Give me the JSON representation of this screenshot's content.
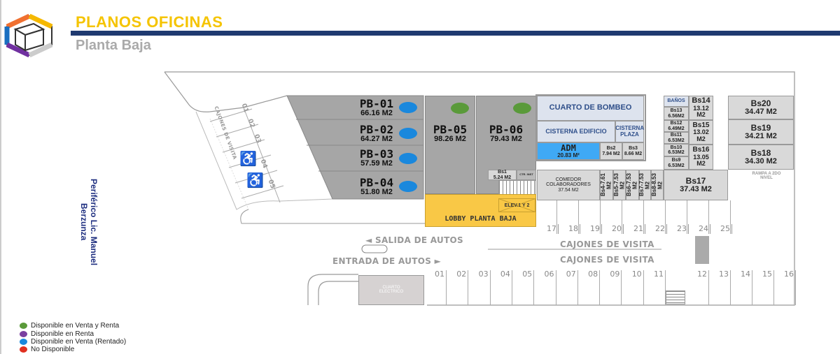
{
  "header": {
    "title": "PLANOS OFICINAS",
    "subtitle": "Planta Baja"
  },
  "road_label": "Periférico Lic. Manuel Berzunza",
  "colors": {
    "title": "#f5c400",
    "bar": "#1f3a70",
    "available_sale_rent": "#5a9a3a",
    "available_rent": "#7a3fa0",
    "available_sale_rented": "#1a88dd",
    "not_available": "#e03020"
  },
  "offices": [
    {
      "code": "PB-01",
      "area": "66.16 M2",
      "status": "available_sale_rented"
    },
    {
      "code": "PB-02",
      "area": "64.27 M2",
      "status": "available_sale_rented"
    },
    {
      "code": "PB-03",
      "area": "57.59 M2",
      "status": "available_sale_rented"
    },
    {
      "code": "PB-04",
      "area": "51.80 M2",
      "status": "available_sale_rented"
    },
    {
      "code": "PB-05",
      "area": "98.26 M2",
      "status": "available_sale_rent"
    },
    {
      "code": "PB-06",
      "area": "79.43 M2",
      "status": "available_sale_rent"
    }
  ],
  "rooms": {
    "bombeo": "CUARTO DE BOMBEO",
    "cisterna_edificio": "CISTERNA EDIFICIO",
    "cisterna_plaza": "CISTERNA PLAZA",
    "adm": "ADM",
    "adm_area": "20.83 M²",
    "bs2": "Bs2",
    "bs2_area": "7.94 M2",
    "bs3": "Bs3",
    "bs3_area": "8.66 M2",
    "banos": "BAÑOS",
    "bs13": "Bs13",
    "bs13_area": "6.56M2",
    "bs12": "Bs12",
    "bs12_area": "6.49M2",
    "bs11": "Bs11",
    "bs11_area": "6.53M2",
    "bs10": "Bs10",
    "bs10_area": "6.53M2",
    "bs9": "Bs9",
    "bs9_area": "6.53M2",
    "bs14": "Bs14",
    "bs14_area": "13.12 M2",
    "bs15": "Bs15",
    "bs15_area": "13.02 M2",
    "bs16": "Bs16",
    "bs16_area": "13.05 M2",
    "bs20": "Bs20",
    "bs20_area": "34.47 M2",
    "bs19": "Bs19",
    "bs19_area": "34.21 M2",
    "bs18": "Bs18",
    "bs18_area": "34.30 M2",
    "bs17": "Bs17",
    "bs17_area": "37.43 M2",
    "bs1": "Bs1",
    "bs1_area": "5.24 M2",
    "ctr_inst": "CTR. INST",
    "comedor": "COMEDOR COLABORADORES",
    "comedor_area": "37.54 M2",
    "bs4": "Bs4-7.61 M2",
    "bs5": "Bs5-7.53 M2",
    "bs6": "Bs6-7.53 M2",
    "bs7": "Bs7-7.53 M2",
    "bs8": "Bs8-8.53 M2",
    "lobby": "LOBBY PLANTA BAJA",
    "elev": "ELEV.1 Y 2",
    "rampa": "RAMPA A 2DO NIVEL",
    "cuarto_electrico": "CUARTO ELECTRICO"
  },
  "parking": {
    "top_row": [
      "17",
      "18",
      "19",
      "20",
      "21",
      "22",
      "23",
      "24",
      "25"
    ],
    "bottom_row": [
      "01",
      "02",
      "03",
      "04",
      "05",
      "06",
      "07",
      "08",
      "09",
      "10",
      "11",
      "12",
      "13",
      "14",
      "15",
      "16"
    ],
    "side_row": [
      "01",
      "02",
      "03",
      "04",
      "05"
    ],
    "side_label": "CAJONES DE VISITA",
    "visit_label_1": "CAJONES DE VISITA",
    "visit_label_2": "CAJONES DE VISITA",
    "exit": "◄ SALIDA DE AUTOS",
    "entry": "ENTRADA DE AUTOS ►"
  },
  "legend": [
    {
      "label": "Disponible en Venta y Renta",
      "color": "#5a9a3a"
    },
    {
      "label": "Disponible en Renta",
      "color": "#7a3fa0"
    },
    {
      "label": "Disponible en Venta (Rentado)",
      "color": "#1a88dd"
    },
    {
      "label": "No Disponible",
      "color": "#e03020"
    }
  ]
}
